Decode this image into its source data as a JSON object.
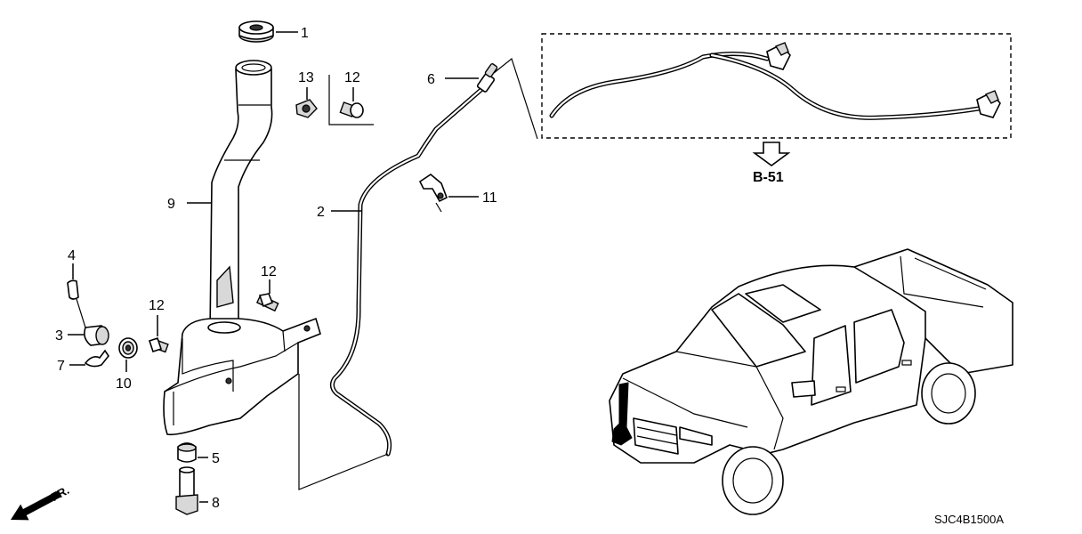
{
  "callouts": {
    "c1": "1",
    "c2": "2",
    "c3": "3",
    "c4": "4",
    "c5": "5",
    "c6": "6",
    "c7": "7",
    "c8": "8",
    "c9": "9",
    "c10": "10",
    "c11": "11",
    "c12a": "12",
    "c12b": "12",
    "c12c": "12",
    "c13": "13"
  },
  "reference": "B-51",
  "direction_label": "FR.",
  "diagram_code": "SJC4B1500A",
  "colors": {
    "line": "#000000",
    "background": "#ffffff",
    "shade": "#d8d8d8"
  }
}
